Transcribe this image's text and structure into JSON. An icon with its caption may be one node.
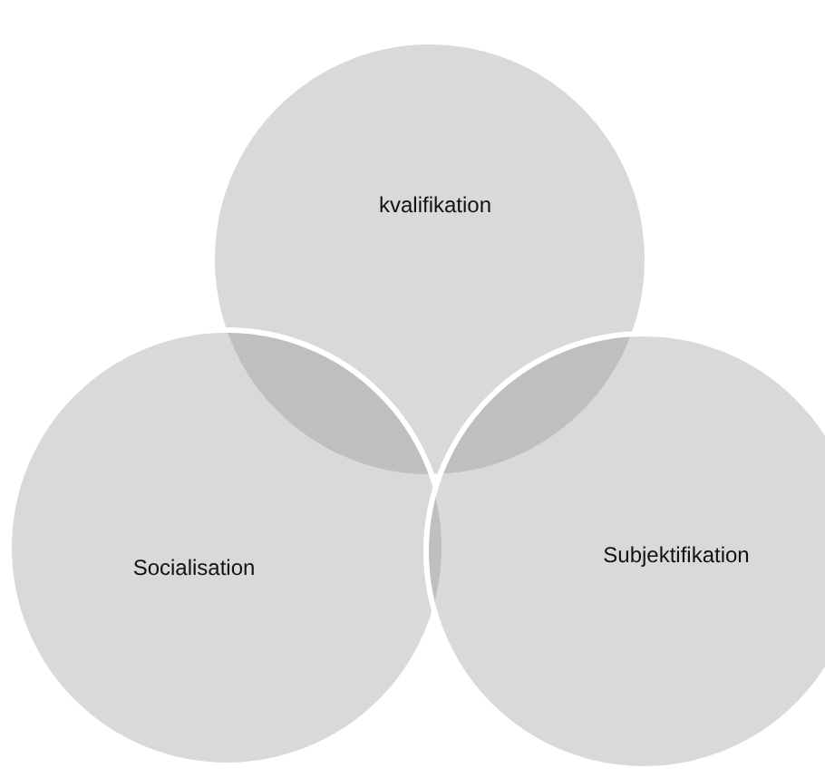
{
  "diagram": {
    "nodes": [
      {
        "text": [
          "kvalifikation"
        ]
      },
      {
        "text": [
          "Socialisation"
        ]
      },
      {
        "text": [
          "Subjektifikation"
        ]
      }
    ]
  }
}
